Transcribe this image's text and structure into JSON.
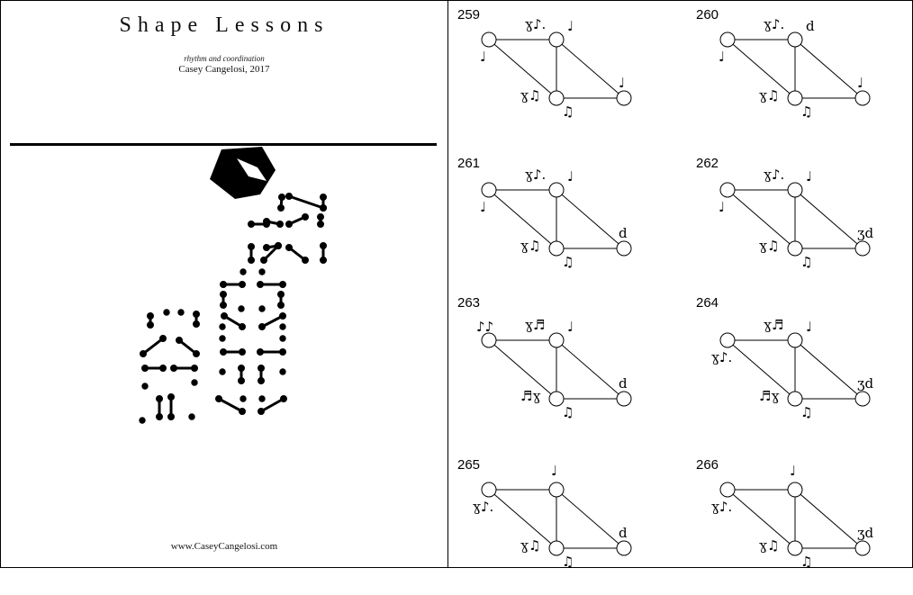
{
  "cover": {
    "title": "Shape Lessons",
    "subtitle": "rhythm and coordination",
    "author": "Casey Cangelosi, 2017",
    "url": "www.CaseyCangelosi.com"
  },
  "exercises": [
    {
      "number": "259",
      "notes": {
        "ab": "ɣ♪.",
        "b": "♩",
        "a": "♩",
        "c": "ɣ♫",
        "cb": "♫",
        "d": "♩"
      }
    },
    {
      "number": "260",
      "notes": {
        "ab": "ɣ♪.",
        "b": "d",
        "a": "♩",
        "c": "ɣ♫",
        "cb": "♫",
        "d": "♩"
      }
    },
    {
      "number": "261",
      "notes": {
        "ab": "ɣ♪.",
        "b": "♩",
        "a": "♩",
        "c": "ɣ♫",
        "cb": "♫",
        "d": "d"
      }
    },
    {
      "number": "262",
      "notes": {
        "ab": "ɣ♪.",
        "b": "♩",
        "a": "♩",
        "c": "ɣ♫",
        "cb": "♫",
        "d": "ʒd"
      }
    },
    {
      "number": "263",
      "notes": {
        "ab": "ɣ♬",
        "b": "♩",
        "a": "♪♪",
        "c": "♬ɣ",
        "cb": "♫",
        "d": "d"
      }
    },
    {
      "number": "264",
      "notes": {
        "ab": "ɣ♬",
        "b": "♩",
        "a": "ɣ♪.",
        "c": "♬ɣ",
        "cb": "♫",
        "d": "ʒd"
      }
    },
    {
      "number": "265",
      "notes": {
        "top": "♩",
        "a": "ɣ♪.",
        "c": "ɣ♫",
        "cb": "♫",
        "d": "d"
      }
    },
    {
      "number": "266",
      "notes": {
        "top": "♩",
        "a": "ɣ♪.",
        "c": "ɣ♫",
        "cb": "♫",
        "d": "ʒd"
      }
    }
  ]
}
